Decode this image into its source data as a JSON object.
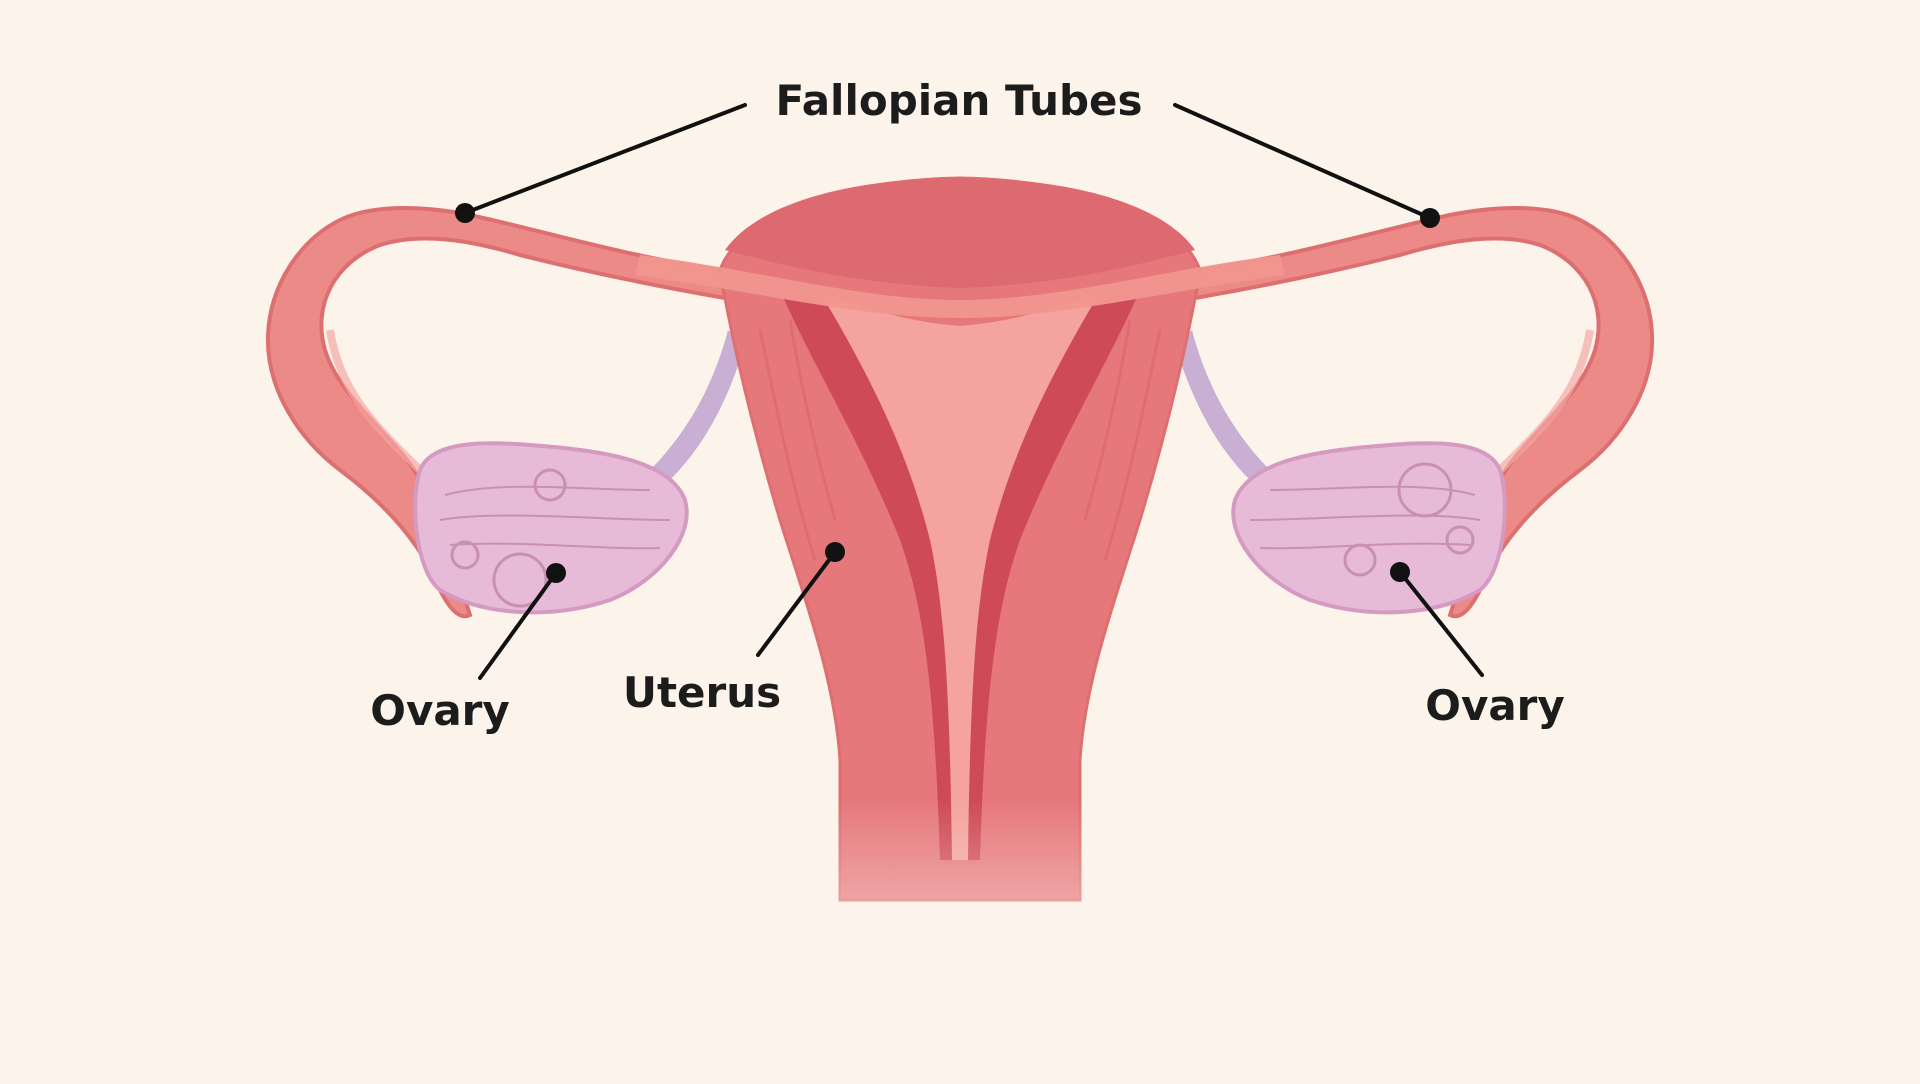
{
  "labels": {
    "fallopian_tubes": "Fallopian Tubes",
    "uterus": "Uterus",
    "ovary_left": "Ovary",
    "ovary_right": "Ovary"
  },
  "colors": {
    "background": "#fcf4eb",
    "tube": "#ec8a88",
    "tube_outline": "#de6f70",
    "uterus_wall": "#e6787c",
    "endometrium": "#cf4a58",
    "cavity": "#f4a39e",
    "fundus": "#dd6a70",
    "ovary": "#e7bbd8",
    "ovary_outline": "#d59ac2",
    "ligament": "#c9afd3",
    "text": "#1c1c1c",
    "leader": "#111111"
  }
}
